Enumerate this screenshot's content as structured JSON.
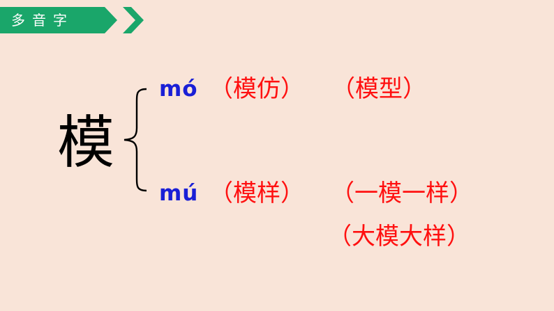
{
  "header": {
    "title": "多音字",
    "colors": {
      "band": "#1aa66a",
      "chevron": "#1aa66a"
    }
  },
  "main": {
    "character": "模",
    "readings": [
      {
        "pinyin": "mó",
        "words": [
          "（模仿）",
          "（模型）"
        ]
      },
      {
        "pinyin": "mú",
        "words": [
          "（模样）",
          "（一模一样）",
          "（大模大样）"
        ]
      }
    ],
    "colors": {
      "background": "#f9e4d8",
      "character": "#000000",
      "pinyin": "#1a1fd6",
      "words": "#ff1010"
    }
  }
}
